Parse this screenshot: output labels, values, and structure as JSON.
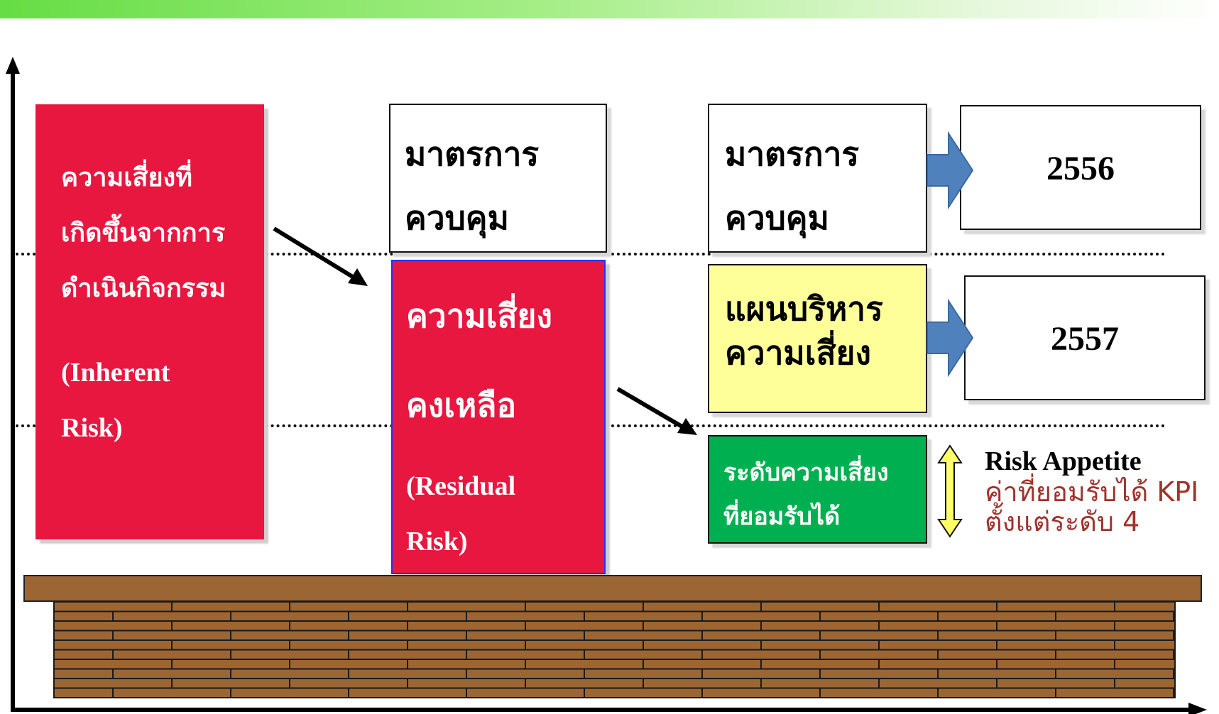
{
  "inherent_risk": {
    "lines": [
      "ความเสี่ยงที่",
      "เกิดขึ้นจากการ",
      "ดำเนินกิจกรรม"
    ],
    "english_lines": [
      "(Inherent",
      "Risk)"
    ]
  },
  "control_measures_1": {
    "lines": [
      "มาตรการ",
      "ควบคุม"
    ]
  },
  "residual_risk": {
    "lines": [
      "ความเสี่ยง",
      "คงเหลือ"
    ],
    "english_lines": [
      "(Residual",
      "Risk)"
    ]
  },
  "control_measures_2": {
    "lines": [
      "มาตรการ",
      "ควบคุม"
    ]
  },
  "year_2556": "2556",
  "risk_plan": {
    "lines": [
      "แผนบริหาร",
      "ความเสี่ยง"
    ]
  },
  "year_2557": "2557",
  "acceptable_level": {
    "lines": [
      "ระดับความเสี่ยง",
      "ที่ยอมรับได้"
    ]
  },
  "risk_appetite": {
    "title": "Risk Appetite",
    "lines": [
      "ค่าที่ยอมรับได้ KPI",
      "ตั้งแต่ระดับ 4"
    ]
  },
  "colors": {
    "red": "#e8173f",
    "yellow": "#ffff99",
    "green": "#00b050",
    "blue_arrow": "#4f81bd",
    "brown": "#9b6634",
    "maroon": "#a0332c",
    "top_bar": "#66dd44"
  },
  "icons": [
    "block-arrow-right-icon",
    "double-arrow-vertical-icon",
    "diagonal-arrow-icon",
    "brick-wall-icon"
  ]
}
